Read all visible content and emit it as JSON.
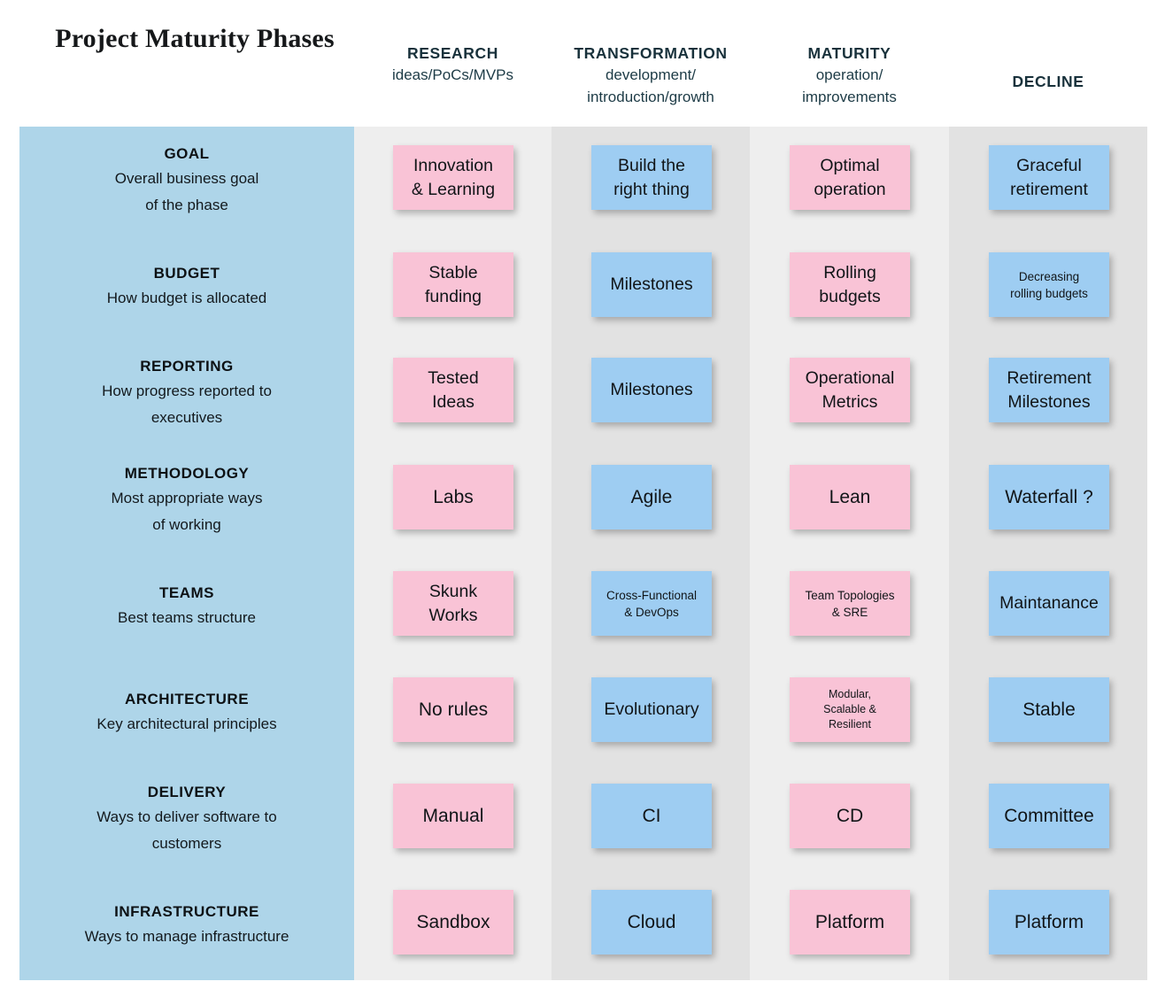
{
  "title": "Project\nMaturity\nPhases",
  "colors": {
    "sidebar_bg": "#aed5e9",
    "stripe_light": "#eeeeee",
    "stripe_dark": "#e2e2e2",
    "note_pink": "#f9c3d6",
    "note_blue": "#9ecdf2",
    "header_text": "#18313b"
  },
  "columns": [
    {
      "title": "RESEARCH",
      "subtitle": "ideas/PoCs/MVPs"
    },
    {
      "title": "TRANSFORMATION",
      "subtitle": "development/\nintroduction/growth"
    },
    {
      "title": "MATURITY",
      "subtitle": "operation/\nimprovements"
    },
    {
      "title": "DECLINE",
      "subtitle": ""
    }
  ],
  "rows": [
    {
      "title": "GOAL",
      "desc": "Overall business goal\nof the phase",
      "cells": [
        {
          "text": "Innovation\n& Learning",
          "color": "pink",
          "size": "md"
        },
        {
          "text": "Build the\nright thing",
          "color": "blue",
          "size": "md"
        },
        {
          "text": "Optimal\noperation",
          "color": "pink",
          "size": "md"
        },
        {
          "text": "Graceful\nretirement",
          "color": "blue",
          "size": "md"
        }
      ]
    },
    {
      "title": "BUDGET",
      "desc": "How budget is allocated",
      "cells": [
        {
          "text": "Stable\nfunding",
          "color": "pink",
          "size": "md"
        },
        {
          "text": "Milestones",
          "color": "blue",
          "size": "md"
        },
        {
          "text": "Rolling\nbudgets",
          "color": "pink",
          "size": "md"
        },
        {
          "text": "Decreasing\nrolling budgets",
          "color": "blue",
          "size": "sm"
        }
      ]
    },
    {
      "title": "REPORTING",
      "desc": "How progress reported to\nexecutives",
      "cells": [
        {
          "text": "Tested\nIdeas",
          "color": "pink",
          "size": "md"
        },
        {
          "text": "Milestones",
          "color": "blue",
          "size": "md"
        },
        {
          "text": "Operational\nMetrics",
          "color": "pink",
          "size": "md"
        },
        {
          "text": "Retirement\nMilestones",
          "color": "blue",
          "size": "md"
        }
      ]
    },
    {
      "title": "METHODOLOGY",
      "desc": "Most appropriate ways\nof working",
      "cells": [
        {
          "text": "Labs",
          "color": "pink",
          "size": "lg"
        },
        {
          "text": "Agile",
          "color": "blue",
          "size": "lg"
        },
        {
          "text": "Lean",
          "color": "pink",
          "size": "lg"
        },
        {
          "text": "Waterfall ?",
          "color": "blue",
          "size": "lg"
        }
      ]
    },
    {
      "title": "TEAMS",
      "desc": "Best teams structure",
      "cells": [
        {
          "text": "Skunk\nWorks",
          "color": "pink",
          "size": "md"
        },
        {
          "text": "Cross-Functional\n& DevOps",
          "color": "blue",
          "size": "sm"
        },
        {
          "text": "Team Topologies\n& SRE",
          "color": "pink",
          "size": "sm"
        },
        {
          "text": "Maintanance",
          "color": "blue",
          "size": "md"
        }
      ]
    },
    {
      "title": "ARCHITECTURE",
      "desc": "Key architectural principles",
      "cells": [
        {
          "text": "No rules",
          "color": "pink",
          "size": "lg"
        },
        {
          "text": "Evolutionary",
          "color": "blue",
          "size": "md"
        },
        {
          "text": "Modular,\nScalable &\nResilient",
          "color": "pink",
          "size": "xs"
        },
        {
          "text": "Stable",
          "color": "blue",
          "size": "lg"
        }
      ]
    },
    {
      "title": "DELIVERY",
      "desc": "Ways to deliver software to\ncustomers",
      "cells": [
        {
          "text": "Manual",
          "color": "pink",
          "size": "lg"
        },
        {
          "text": "CI",
          "color": "blue",
          "size": "lg"
        },
        {
          "text": "CD",
          "color": "pink",
          "size": "lg"
        },
        {
          "text": "Committee",
          "color": "blue",
          "size": "lg"
        }
      ]
    },
    {
      "title": "INFRASTRUCTURE",
      "desc": "Ways to manage infrastructure",
      "cells": [
        {
          "text": "Sandbox",
          "color": "pink",
          "size": "lg"
        },
        {
          "text": "Cloud",
          "color": "blue",
          "size": "lg"
        },
        {
          "text": "Platform",
          "color": "pink",
          "size": "lg"
        },
        {
          "text": "Platform",
          "color": "blue",
          "size": "lg"
        }
      ]
    }
  ],
  "layout": {
    "row_tops": [
      164,
      285,
      404,
      525,
      645,
      765,
      885,
      1005
    ],
    "note_height": 73,
    "note_width": 136,
    "col_centers": [
      512,
      736,
      960,
      1185
    ],
    "label_tops": [
      161,
      296,
      401,
      522,
      657,
      777,
      882,
      1017
    ]
  }
}
